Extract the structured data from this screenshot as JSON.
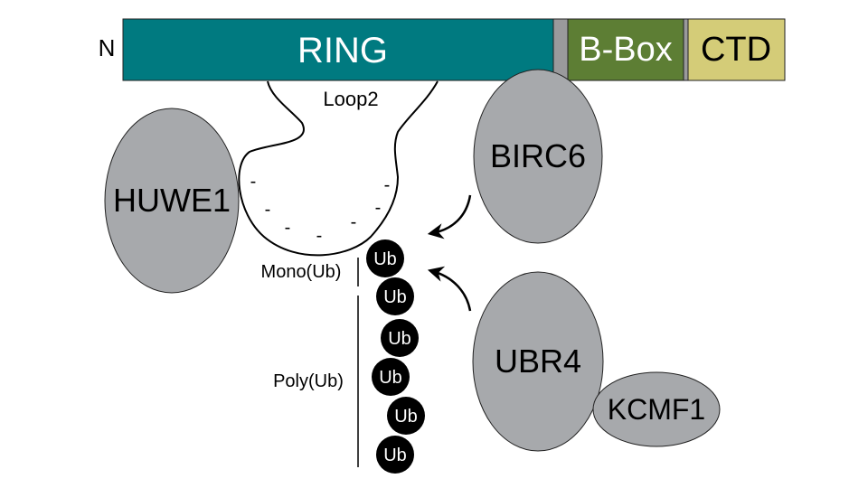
{
  "domain_bar": {
    "n_terminus": "N",
    "segments": [
      {
        "label": "RING",
        "color": "#007a80"
      },
      {
        "label": "",
        "color": "#9a9a9c"
      },
      {
        "label": "B-Box",
        "color": "#5d7e34"
      },
      {
        "label": "",
        "color": "#9a9a9c"
      },
      {
        "label": "CTD",
        "color": "#d4cc78"
      }
    ]
  },
  "loop": {
    "label": "Loop2",
    "charge_symbol": "-"
  },
  "proteins": {
    "huwe1": "HUWE1",
    "birc6": "BIRC6",
    "ubr4": "UBR4",
    "kcmf1": "KCMF1"
  },
  "ubiquitin": {
    "unit_label": "Ub",
    "mono_label": "Mono(Ub)",
    "poly_label": "Poly(Ub)",
    "count": 6
  },
  "colors": {
    "protein_fill": "#a7a9ac",
    "ring_text": "#ffffff",
    "ub_fill": "#000000",
    "ub_text": "#ffffff"
  }
}
